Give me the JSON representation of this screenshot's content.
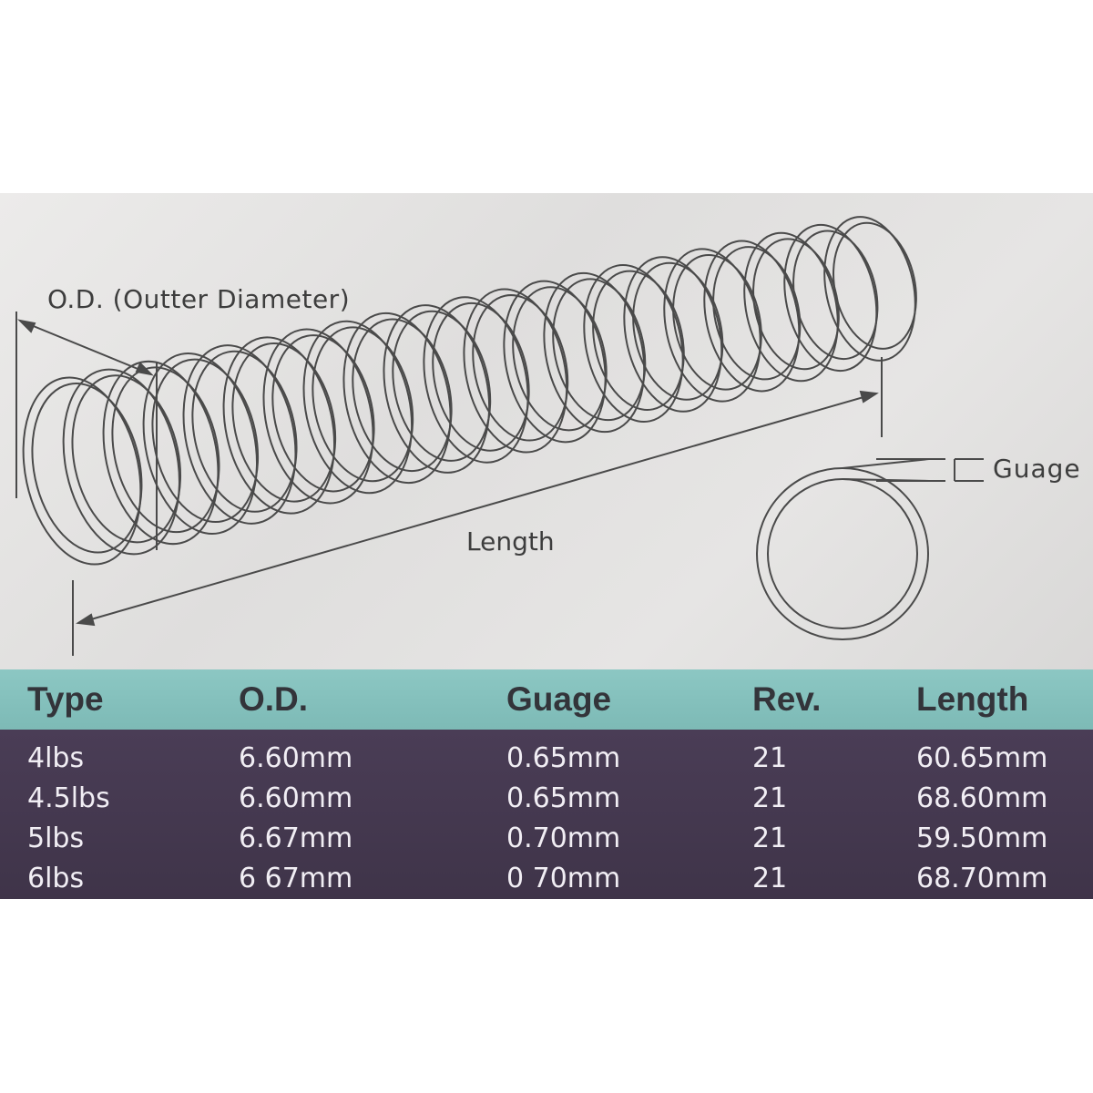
{
  "labels": {
    "outer_diameter": "O.D. (Outter Diameter)",
    "length": "Length",
    "gauge": "Guage"
  },
  "table": {
    "headers": [
      "Type",
      "O.D.",
      "Guage",
      "Rev.",
      "Length"
    ],
    "rows": [
      [
        "4lbs",
        "6.60mm",
        "0.65mm",
        "21",
        "60.65mm"
      ],
      [
        "4.5lbs",
        "6.60mm",
        "0.65mm",
        "21",
        "68.60mm"
      ],
      [
        "5lbs",
        "6.67mm",
        "0.70mm",
        "21",
        "59.50mm"
      ],
      [
        "6lbs",
        "6 67mm",
        "0 70mm",
        "21",
        "68.70mm"
      ]
    ]
  },
  "colors": {
    "header_band": "#8cc7c3",
    "body_band": "#4a3d56",
    "line_art": "#4a4a4a"
  }
}
